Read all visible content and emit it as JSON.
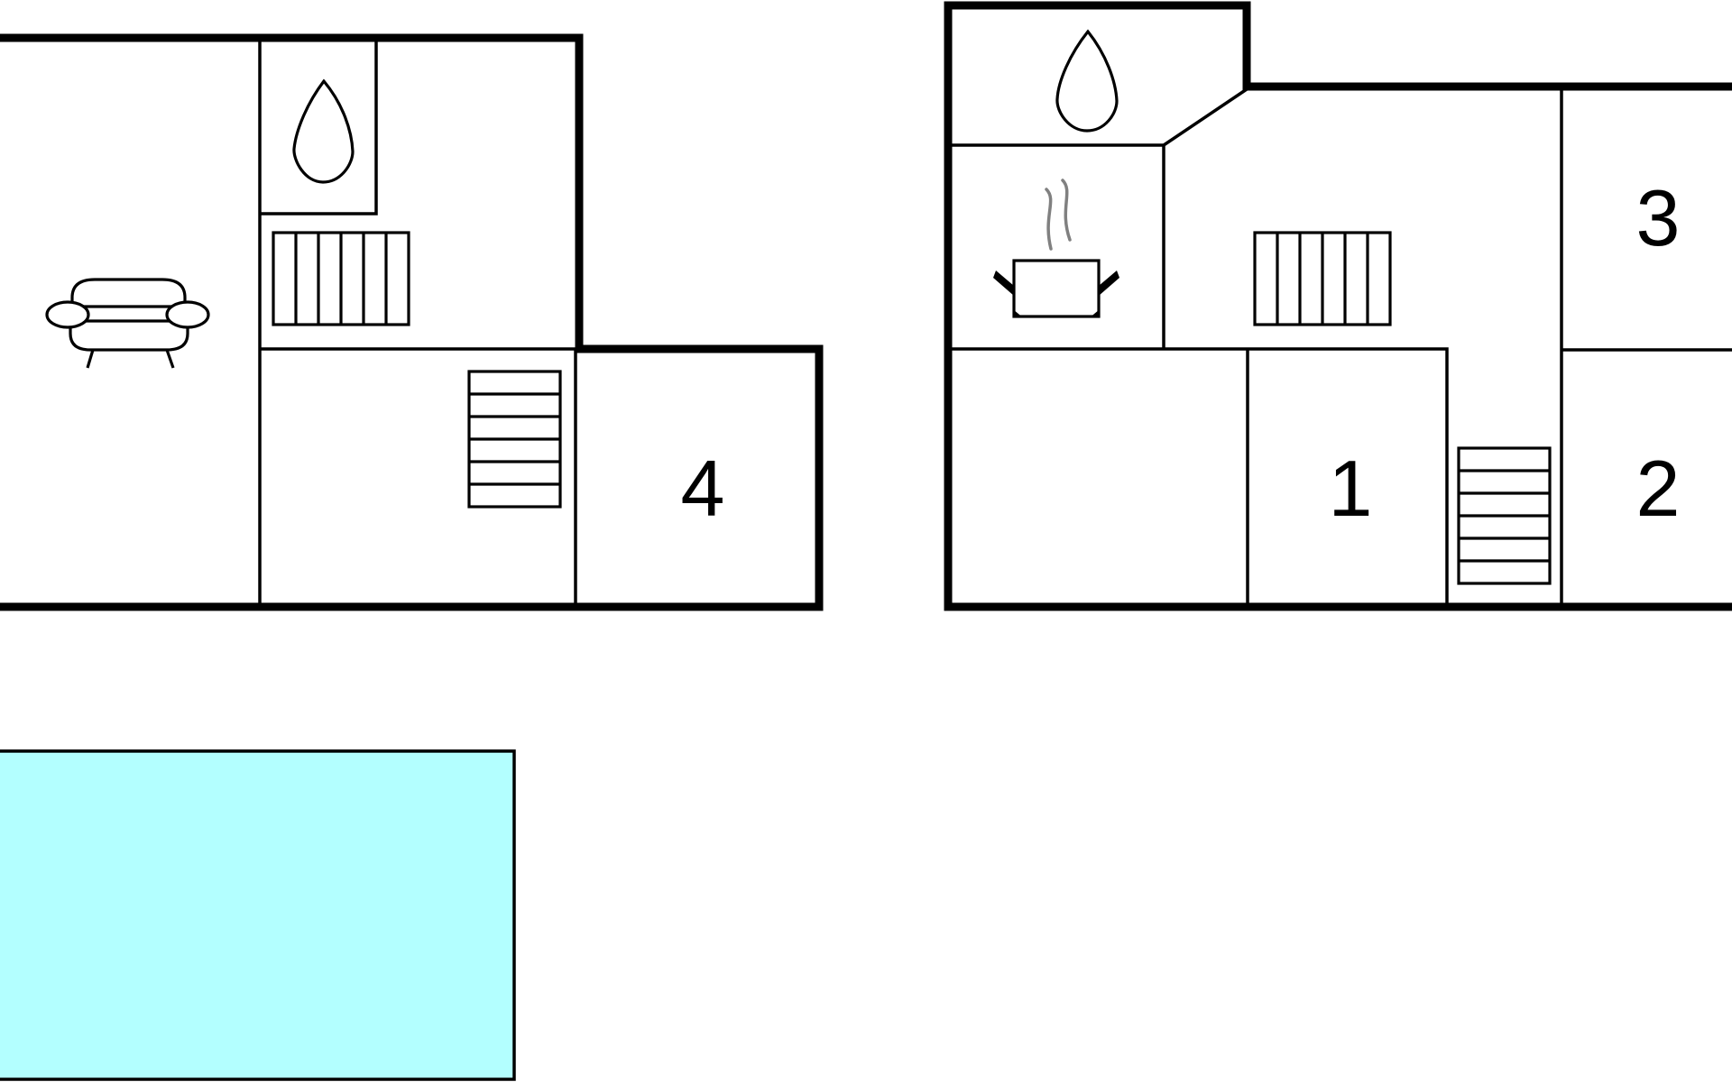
{
  "colors": {
    "wall": "#000000",
    "background": "#ffffff",
    "water": "#b3ffff",
    "steam": "#808080"
  },
  "rooms": [
    {
      "label": "1"
    },
    {
      "label": "2"
    },
    {
      "label": "3"
    },
    {
      "label": "4"
    }
  ],
  "icons": [
    "sofa-icon",
    "water-drop-icon",
    "radiator-icon",
    "stairs-icon",
    "cooking-pot-icon"
  ],
  "pool": {
    "icon": "pool-icon"
  }
}
